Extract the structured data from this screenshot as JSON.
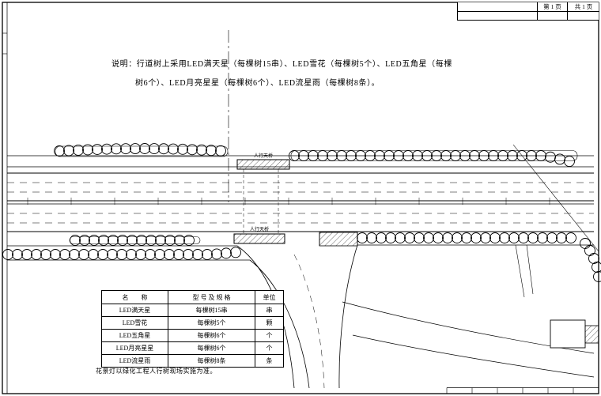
{
  "title_block": {
    "page_label": "第 1 页",
    "total_label": "共 1 页"
  },
  "note": {
    "line1": "说明：行道树上采用LED满天星（每棵树15串）、LED雪花（每棵树5个）、LED五角星（每棵",
    "line2": "树6个）、LED月亮星星（每棵树6个）、LED流星雨（每棵树8条）。"
  },
  "drawing": {
    "bridge_top_label": "人行天桥",
    "bridge_bottom_label": "人行天桥"
  },
  "materials_table": {
    "headers": [
      "名　　称",
      "型 号 及 规 格",
      "单位"
    ],
    "rows": [
      {
        "name": "LED满天星",
        "spec": "每棵树15串",
        "unit": "串"
      },
      {
        "name": "LED雪花",
        "spec": "每棵树5个",
        "unit": "颗"
      },
      {
        "name": "LED五角星",
        "spec": "每棵树6个",
        "unit": "个"
      },
      {
        "name": "LED月亮星星",
        "spec": "每棵树6个",
        "unit": "个"
      },
      {
        "name": "LED流星雨",
        "spec": "每棵树8条",
        "unit": "条"
      }
    ],
    "footnote": "花景灯以绿化工程人行树现场实施为准。"
  },
  "colors": {
    "line": "#000000",
    "paper": "#ffffff"
  }
}
